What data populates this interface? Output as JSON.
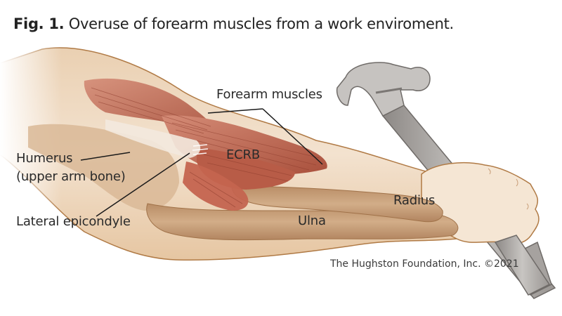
{
  "figure": {
    "number_label": "Fig. 1.",
    "caption_text": "Overuse of forearm muscles from a work enviroment."
  },
  "labels": {
    "forearm_muscles": "Forearm muscles",
    "humerus": "Humerus",
    "humerus_sub": "(upper arm bone)",
    "ecrb": "ECRB",
    "lateral_epicondyle": "Lateral epicondyle",
    "radius": "Radius",
    "ulna": "Ulna"
  },
  "credit": "The Hughston Foundation, Inc. ©2021",
  "colors": {
    "skin": "#f1dcc4",
    "skin_shadow": "#d9b48f",
    "outline": "#b07a45",
    "bone": "#c9a27c",
    "bone_dark": "#a87e58",
    "muscle": "#c8705a",
    "muscle_dark": "#9e4a38",
    "tendon": "#f4ebe0",
    "hammer": "#b9b6b3",
    "hammer_dark": "#7f7b78",
    "leader_line": "#1a1a1a"
  }
}
